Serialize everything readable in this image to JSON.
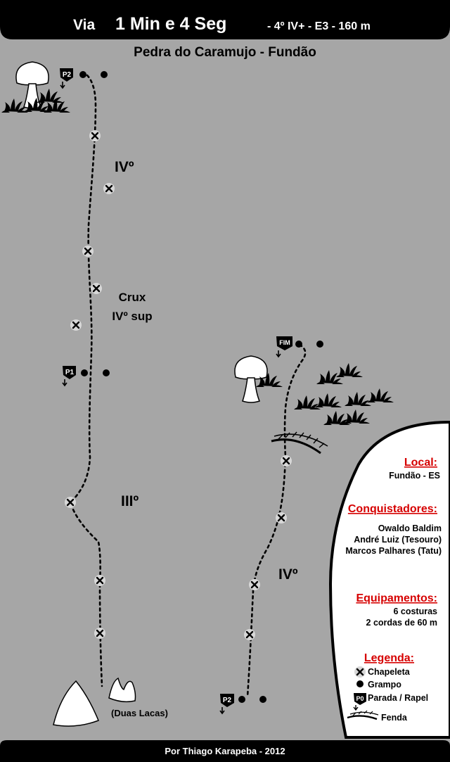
{
  "header": {
    "via": "Via",
    "name": "1 Min e 4 Seg",
    "details": "- 4º IV+ - E3 - 160 m"
  },
  "subtitle": "Pedra do Caramujo - Fundão",
  "left_route": {
    "grades": [
      "IVº",
      "IIIº"
    ],
    "crux_line1": "Crux",
    "crux_line2": "IVº sup",
    "anchor_top": "P2",
    "anchor_mid": "P1",
    "base_label": "(Duas Lacas)"
  },
  "right_route": {
    "grade": "IVº",
    "anchor_top": "FIM",
    "anchor_bottom": "P2"
  },
  "info": {
    "local_heading": "Local:",
    "local_value": "Fundão - ES",
    "conquistadores_heading": "Conquistadores:",
    "conquistadores": [
      "Owaldo Baldim",
      "André Luiz (Tesouro)",
      "Marcos Palhares (Tatu)"
    ],
    "equipamentos_heading": "Equipamentos:",
    "equipamentos": [
      "6 costuras",
      "2 cordas de 60 m"
    ],
    "legenda_heading": "Legenda:",
    "legend": [
      {
        "icon": "bolt-x-icon",
        "label": "Chapeleta"
      },
      {
        "icon": "dot-icon",
        "label": "Grampo"
      },
      {
        "icon": "anchor-tag-icon",
        "tag": "P0",
        "label": "Parada / Rapel"
      },
      {
        "icon": "crack-icon",
        "label": "Fenda"
      }
    ]
  },
  "footer": "Por  Thiago Karapeba  - 2012",
  "colors": {
    "background": "#a6a6a6",
    "bars": "#000000",
    "headings": "#d60000",
    "panel": "#ffffff",
    "markers": "#000000"
  }
}
